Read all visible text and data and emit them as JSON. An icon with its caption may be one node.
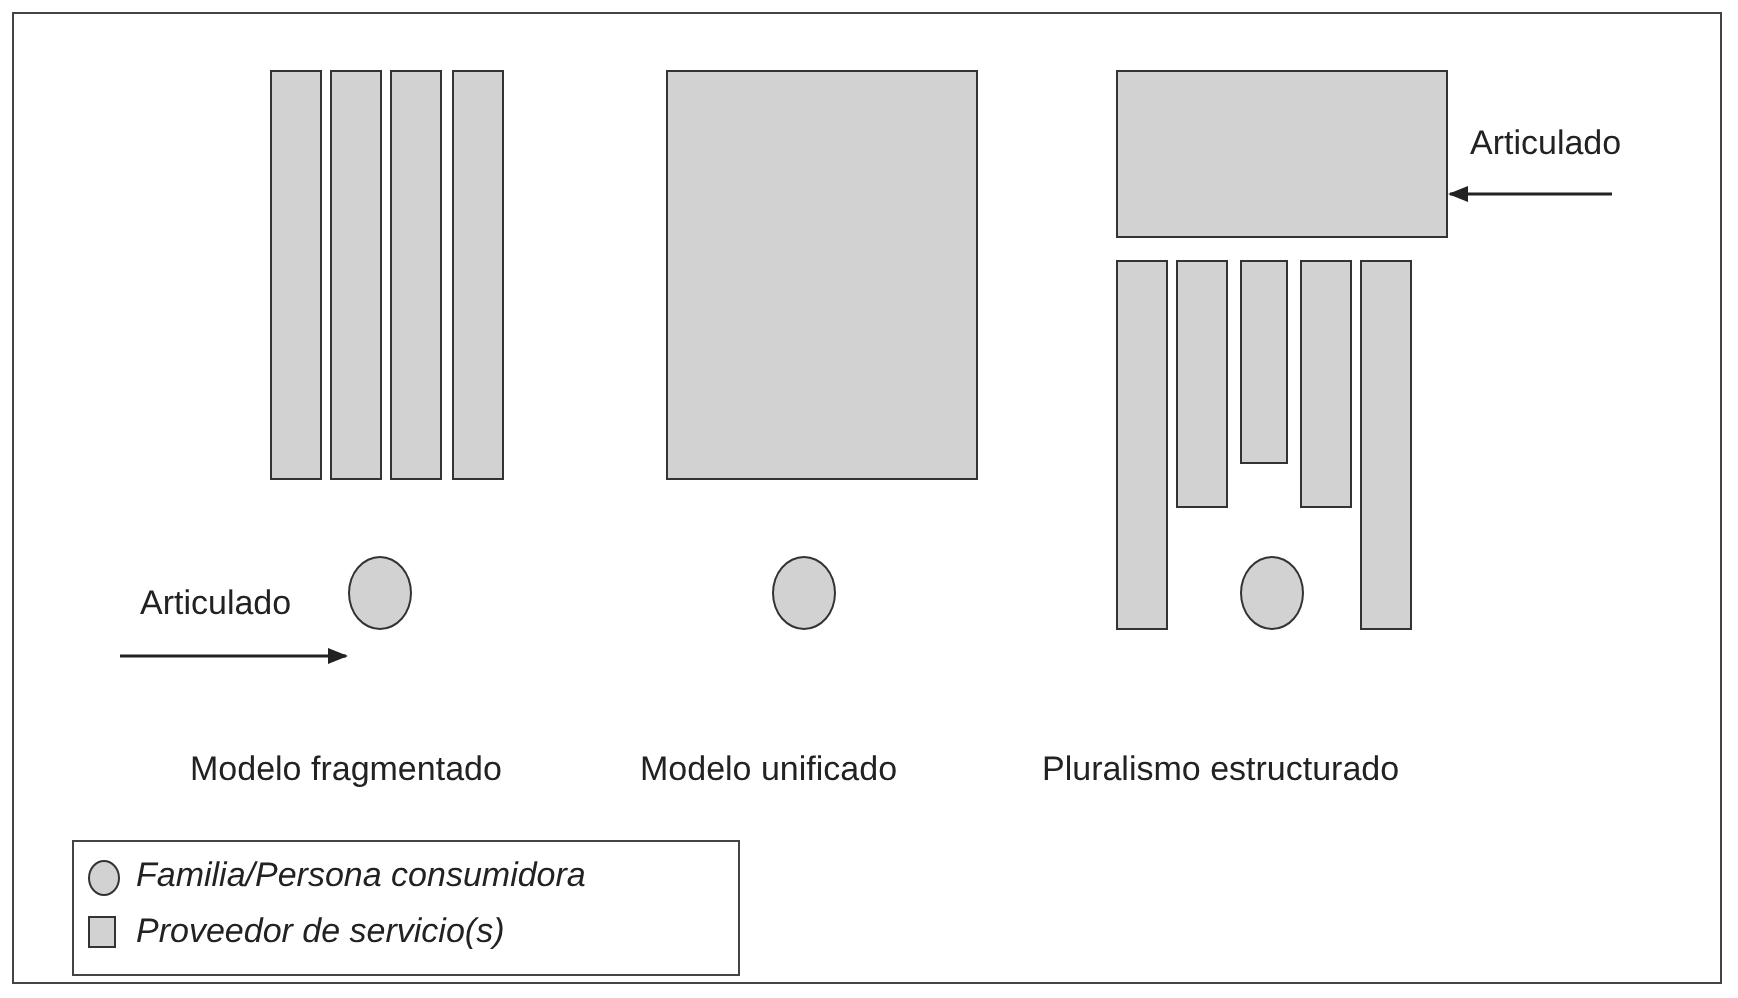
{
  "diagram": {
    "nodes": [
      {
        "text": [],
        "shape": "bar"
      },
      {
        "text": [],
        "shape": "bar"
      },
      {
        "text": [],
        "shape": "bar"
      },
      {
        "text": [],
        "shape": "bar"
      },
      {
        "text": [],
        "shape": "box"
      },
      {
        "text": [],
        "shape": "box"
      },
      {
        "text": [],
        "shape": "bar"
      },
      {
        "text": [],
        "shape": "bar"
      },
      {
        "text": [],
        "shape": "bar"
      },
      {
        "text": [],
        "shape": "bar"
      },
      {
        "text": [],
        "shape": "bar"
      },
      {
        "text": [],
        "shape": "circle"
      },
      {
        "text": [],
        "shape": "circle"
      },
      {
        "text": [],
        "shape": "circle"
      }
    ],
    "edges": [
      {
        "from": null,
        "to": 11,
        "arrow": "to",
        "label": "Articulado"
      },
      {
        "from": null,
        "to": 5,
        "arrow": "to",
        "label": "Articulado"
      }
    ],
    "labels": [
      "Modelo fragmentado",
      "Modelo unificado",
      "Pluralismo estructurado"
    ],
    "legend": [
      {
        "text": "Familia/Persona consumidora"
      },
      {
        "text": "Proveedor de servicio(s)"
      }
    ]
  }
}
